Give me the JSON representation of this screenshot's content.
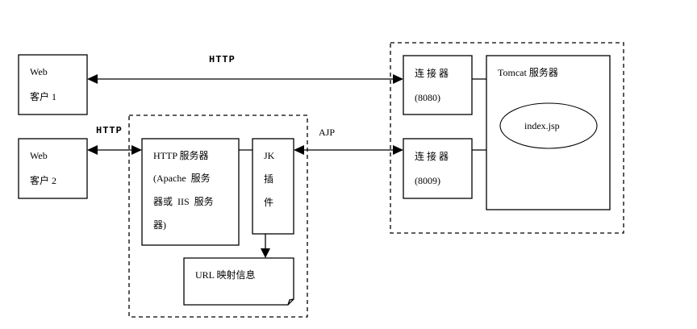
{
  "clients": [
    {
      "line1": "Web",
      "line2": "客户 1"
    },
    {
      "line1": "Web",
      "line2": "客户 2"
    }
  ],
  "http_server": {
    "lines": [
      "HTTP 服务器",
      "(Apache  服务",
      "器或  IIS  服务",
      "器)"
    ]
  },
  "jk_plugin": {
    "lines": [
      "JK",
      "插",
      "件"
    ]
  },
  "url_mapping": {
    "label": "URL 映射信息"
  },
  "connectors": [
    {
      "name": "连 接 器",
      "port": "(8080)"
    },
    {
      "name": "连 接 器",
      "port": "(8009)"
    }
  ],
  "tomcat": {
    "title": "Tomcat 服务器",
    "resource": "index.jsp"
  },
  "protocols": {
    "top_http": "HTTP",
    "left_http": "HTTP",
    "ajp": "AJP"
  }
}
